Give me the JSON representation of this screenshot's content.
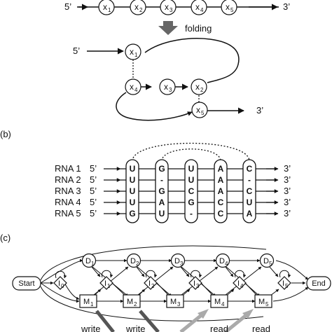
{
  "panel_a": {
    "five_prime": "5’",
    "three_prime": "3’",
    "nodes": [
      {
        "base": "x",
        "sub": "1"
      },
      {
        "base": "x",
        "sub": "2"
      },
      {
        "base": "x",
        "sub": "3"
      },
      {
        "base": "x",
        "sub": "4"
      },
      {
        "base": "x",
        "sub": "5"
      }
    ],
    "folding_label": "folding",
    "folded": {
      "five_prime": "5’",
      "three_prime": "3’",
      "x1": {
        "base": "x",
        "sub": "1"
      },
      "x4": {
        "base": "x",
        "sub": "4"
      },
      "x3": {
        "base": "x",
        "sub": "3"
      },
      "x2": {
        "base": "x",
        "sub": "2"
      },
      "x5": {
        "base": "x",
        "sub": "5"
      }
    }
  },
  "panel_b": {
    "label": "(b)",
    "rows": [
      {
        "name": "RNA 1",
        "five": "5’",
        "three": "3’"
      },
      {
        "name": "RNA 2",
        "five": "5’",
        "three": "3’"
      },
      {
        "name": "RNA 3",
        "five": "5’",
        "three": "3’"
      },
      {
        "name": "RNA 4",
        "five": "5’",
        "three": "3’"
      },
      {
        "name": "RNA 5",
        "five": "5’",
        "three": "3’"
      }
    ],
    "columns": [
      [
        "U",
        "U",
        "U",
        "U",
        "G"
      ],
      [
        "G",
        "-",
        "G",
        "A",
        "U"
      ],
      [
        "U",
        "U",
        "C",
        "G",
        "-"
      ],
      [
        "A",
        "A",
        "A",
        "C",
        "C"
      ],
      [
        "C",
        "-",
        "C",
        "U",
        "A"
      ]
    ]
  },
  "panel_c": {
    "label": "(c)",
    "start": "Start",
    "end": "End",
    "delete_states": [
      {
        "base": "D",
        "sub": "1"
      },
      {
        "base": "D",
        "sub": "2"
      },
      {
        "base": "D",
        "sub": "3"
      },
      {
        "base": "D",
        "sub": "4"
      },
      {
        "base": "D",
        "sub": "5"
      }
    ],
    "insert_states": [
      {
        "base": "I",
        "sub": "0"
      },
      {
        "base": "I",
        "sub": "1"
      },
      {
        "base": "I",
        "sub": "2"
      },
      {
        "base": "I",
        "sub": "3"
      },
      {
        "base": "I",
        "sub": "4"
      },
      {
        "base": "I",
        "sub": "5"
      }
    ],
    "match_states": [
      {
        "base": "M",
        "sub": "1"
      },
      {
        "base": "M",
        "sub": "2"
      },
      {
        "base": "M",
        "sub": "3"
      },
      {
        "base": "M",
        "sub": "4"
      },
      {
        "base": "M",
        "sub": "5"
      }
    ],
    "io_labels": [
      "write",
      "write",
      "read",
      "read"
    ]
  }
}
